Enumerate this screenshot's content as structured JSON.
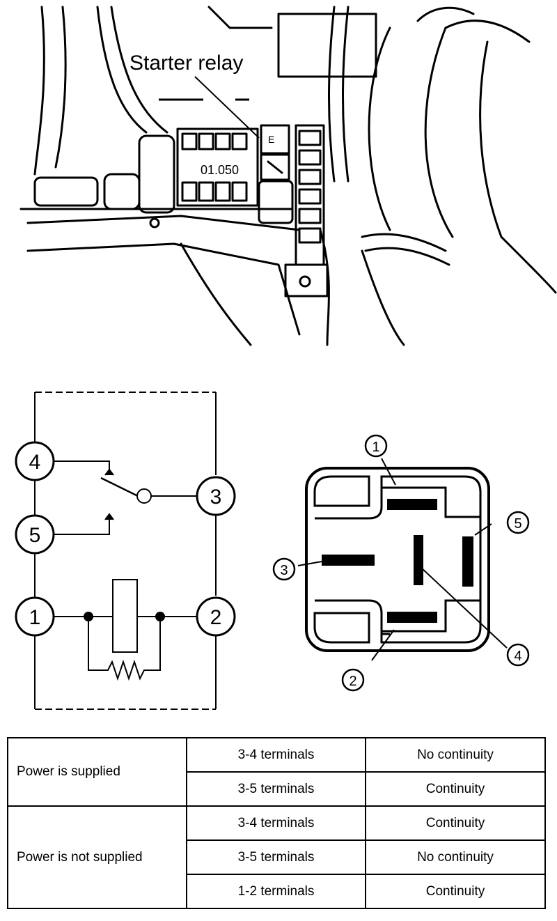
{
  "illustration": {
    "callout": "Starter relay",
    "relay_marks": [
      "E",
      "01.050"
    ]
  },
  "schematic": {
    "terminals": [
      "1",
      "2",
      "3",
      "4",
      "5"
    ]
  },
  "connector": {
    "labels": [
      "1",
      "2",
      "3",
      "4",
      "5"
    ]
  },
  "table": {
    "rows": [
      {
        "condition": "Power is supplied",
        "terminals": "3-4  terminals",
        "result": "No  continuity"
      },
      {
        "condition": "",
        "terminals": "3-5  terminals",
        "result": "Continuity"
      },
      {
        "condition": "Power is not supplied",
        "terminals": "3-4  terminals",
        "result": "Continuity"
      },
      {
        "condition": "",
        "terminals": "3-5  terminals",
        "result": "No  continuity"
      },
      {
        "condition": "",
        "terminals": "1-2  terminals",
        "result": "Continuity"
      }
    ]
  },
  "colors": {
    "ink": "#000000",
    "paper": "#ffffff"
  }
}
